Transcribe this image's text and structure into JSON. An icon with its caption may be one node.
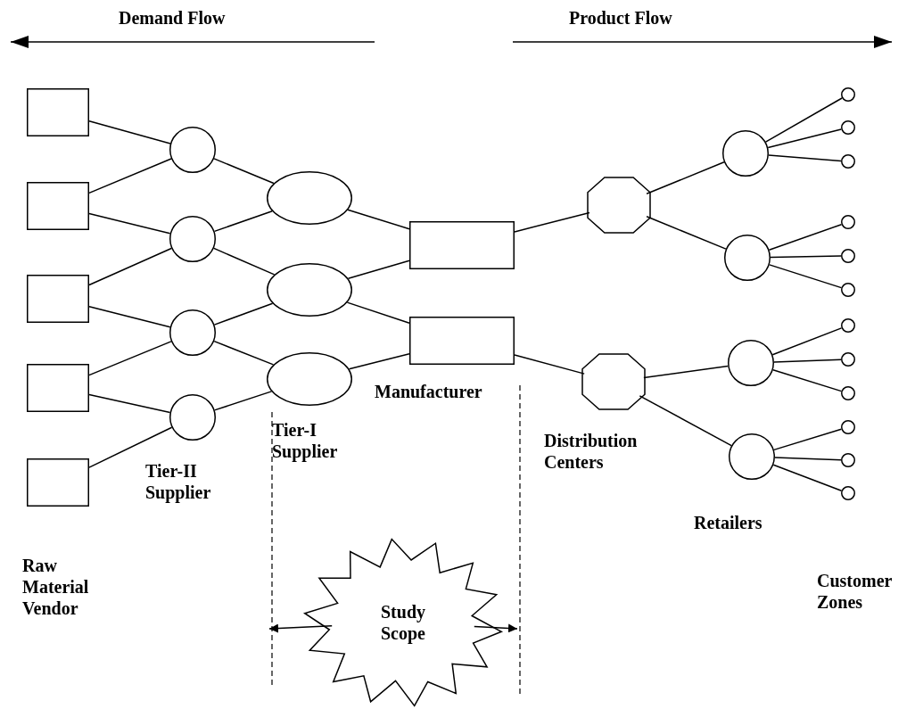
{
  "diagram": {
    "nodes": [
      {
        "text": [],
        "shape": "box"
      },
      {
        "text": [],
        "shape": "box"
      },
      {
        "text": [],
        "shape": "box"
      },
      {
        "text": [],
        "shape": "box"
      },
      {
        "text": [],
        "shape": "box"
      },
      {
        "text": [],
        "shape": "circle"
      },
      {
        "text": [],
        "shape": "circle"
      },
      {
        "text": [],
        "shape": "circle"
      },
      {
        "text": [],
        "shape": "circle"
      },
      {
        "text": [],
        "shape": "ellipse"
      },
      {
        "text": [],
        "shape": "ellipse"
      },
      {
        "text": [],
        "shape": "ellipse"
      },
      {
        "text": [],
        "shape": "box"
      },
      {
        "text": [],
        "shape": "box"
      },
      {
        "text": [],
        "shape": "octagon"
      },
      {
        "text": [],
        "shape": "octagon"
      },
      {
        "text": [],
        "shape": "circle"
      },
      {
        "text": [],
        "shape": "circle"
      },
      {
        "text": [],
        "shape": "circle"
      },
      {
        "text": [],
        "shape": "circle"
      },
      {
        "text": [],
        "shape": "circle"
      },
      {
        "text": [],
        "shape": "circle"
      },
      {
        "text": [],
        "shape": "circle"
      },
      {
        "text": [],
        "shape": "circle"
      },
      {
        "text": [],
        "shape": "circle"
      },
      {
        "text": [],
        "shape": "circle"
      },
      {
        "text": [],
        "shape": "circle"
      },
      {
        "text": [],
        "shape": "circle"
      },
      {
        "text": [],
        "shape": "circle"
      },
      {
        "text": [],
        "shape": "circle"
      },
      {
        "text": [],
        "shape": "circle"
      },
      {
        "text": [],
        "shape": "circle"
      },
      {
        "text": [
          "Study Scope"
        ]
      }
    ],
    "edges": [
      {
        "from": 0,
        "to": 5,
        "arrow": "none"
      },
      {
        "from": 1,
        "to": 5,
        "arrow": "none"
      },
      {
        "from": 1,
        "to": 6,
        "arrow": "none"
      },
      {
        "from": 2,
        "to": 6,
        "arrow": "none"
      },
      {
        "from": 2,
        "to": 7,
        "arrow": "none"
      },
      {
        "from": 3,
        "to": 7,
        "arrow": "none"
      },
      {
        "from": 3,
        "to": 8,
        "arrow": "none"
      },
      {
        "from": 4,
        "to": 8,
        "arrow": "none"
      },
      {
        "from": 5,
        "to": 9,
        "arrow": "none"
      },
      {
        "from": 6,
        "to": 9,
        "arrow": "none"
      },
      {
        "from": 6,
        "to": 10,
        "arrow": "none"
      },
      {
        "from": 7,
        "to": 10,
        "arrow": "none"
      },
      {
        "from": 7,
        "to": 11,
        "arrow": "none"
      },
      {
        "from": 8,
        "to": 11,
        "arrow": "none"
      },
      {
        "from": 9,
        "to": 12,
        "arrow": "none"
      },
      {
        "from": 10,
        "to": 12,
        "arrow": "none"
      },
      {
        "from": 10,
        "to": 13,
        "arrow": "none"
      },
      {
        "from": 11,
        "to": 13,
        "arrow": "none"
      },
      {
        "from": 12,
        "to": 14,
        "arrow": "none"
      },
      {
        "from": 13,
        "to": 15,
        "arrow": "none"
      },
      {
        "from": 14,
        "to": 16,
        "arrow": "none"
      },
      {
        "from": 14,
        "to": 17,
        "arrow": "none"
      },
      {
        "from": 15,
        "to": 18,
        "arrow": "none"
      },
      {
        "from": 15,
        "to": 19,
        "arrow": "none"
      },
      {
        "from": 16,
        "to": 20,
        "arrow": "none"
      },
      {
        "from": 16,
        "to": 21,
        "arrow": "none"
      },
      {
        "from": 16,
        "to": 22,
        "arrow": "none"
      },
      {
        "from": 17,
        "to": 23,
        "arrow": "none"
      },
      {
        "from": 17,
        "to": 24,
        "arrow": "none"
      },
      {
        "from": 17,
        "to": 25,
        "arrow": "none"
      },
      {
        "from": 18,
        "to": 26,
        "arrow": "none"
      },
      {
        "from": 18,
        "to": 27,
        "arrow": "none"
      },
      {
        "from": 18,
        "to": 28,
        "arrow": "none"
      },
      {
        "from": 19,
        "to": 29,
        "arrow": "none"
      },
      {
        "from": 19,
        "to": 30,
        "arrow": "none"
      },
      {
        "from": 19,
        "to": 31,
        "arrow": "none"
      },
      {
        "from": 32,
        "to": null,
        "arrow": "to"
      },
      {
        "from": 32,
        "to": null,
        "arrow": "to"
      }
    ],
    "labels": [
      "Demand Flow",
      "Product Flow",
      "Manufacturer",
      "Tier-I Supplier",
      "Distribution Centers",
      "Tier-II Supplier",
      "Retailers",
      "Raw Material Vendor",
      "Customer Zones"
    ]
  }
}
